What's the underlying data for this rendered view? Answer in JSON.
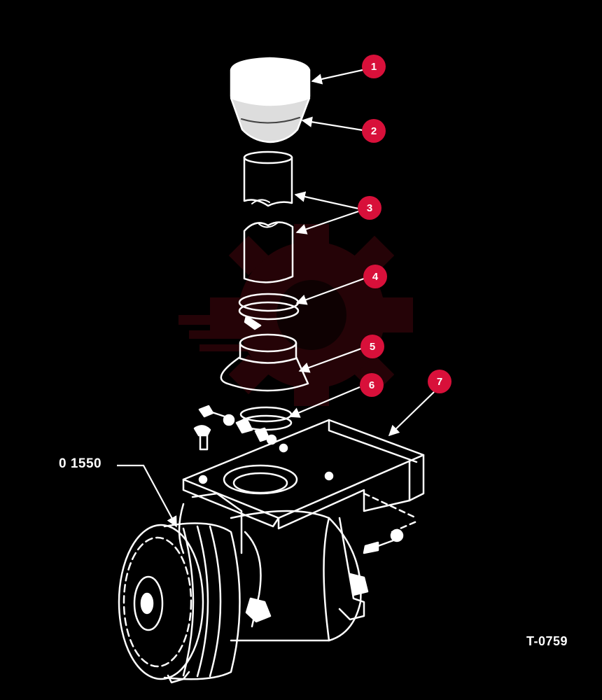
{
  "diagram": {
    "part_label": "0 1550",
    "figure_code": "T-0759",
    "callout_color": "#d8103a",
    "callouts": [
      {
        "id": "callout-1",
        "text": "1"
      },
      {
        "id": "callout-2",
        "text": "2"
      },
      {
        "id": "callout-3",
        "text": "3"
      },
      {
        "id": "callout-4",
        "text": "4"
      },
      {
        "id": "callout-5",
        "text": "5"
      },
      {
        "id": "callout-6",
        "text": "6"
      },
      {
        "id": "callout-7",
        "text": "7"
      }
    ],
    "watermark_icon": "gear-logo-icon"
  }
}
